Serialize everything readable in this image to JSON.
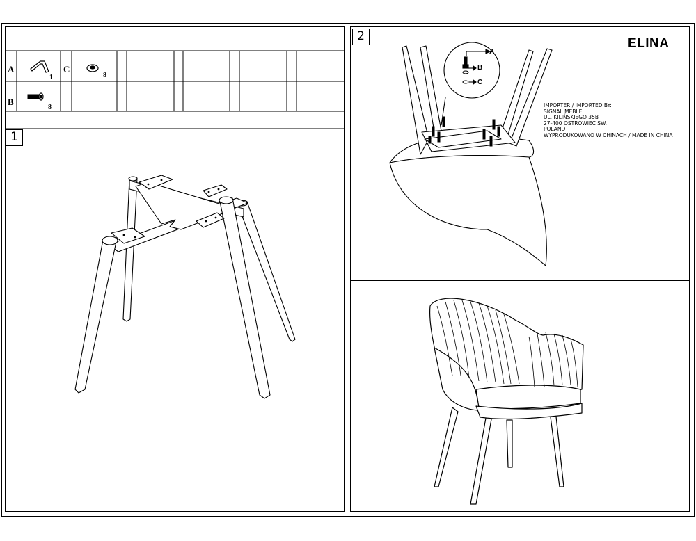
{
  "parts_table": {
    "rows": [
      {
        "letter": "A",
        "icon": "allen-key-icon",
        "qty": "1"
      },
      {
        "letter": "B",
        "icon": "bolt-icon",
        "qty": "8"
      },
      {
        "letter": "C",
        "icon": "washer-icon",
        "qty": "8"
      }
    ]
  },
  "steps": {
    "step1": {
      "number": "1"
    },
    "step2": {
      "number": "2"
    }
  },
  "product": {
    "name": "ELINA"
  },
  "importer": {
    "lines": [
      "IMPORTER / IMPORTED BY:",
      "SIGNAL MEBLE",
      "UL. KILIŃSKIEGO 35B",
      "27-400 OSTROWIEC ŚW.",
      "POLAND",
      "WYPRODUKOWANO W CHINACH / MADE IN CHINA"
    ]
  },
  "callout_labels": {
    "a": "A",
    "b": "B",
    "c": "C"
  }
}
